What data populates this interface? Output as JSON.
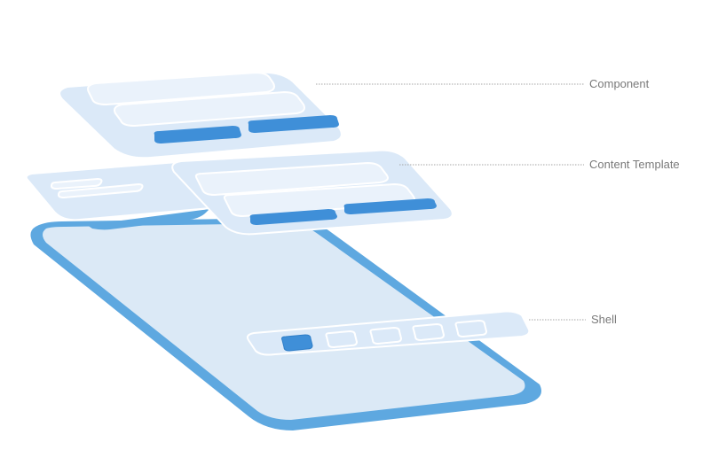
{
  "layers": [
    {
      "id": "component",
      "label": "Component"
    },
    {
      "id": "content-template",
      "label": "Content Template"
    },
    {
      "id": "shell",
      "label": "Shell",
      "tab_icons": [
        "active-tab-icon",
        "tab-icon",
        "tab-icon",
        "tab-icon",
        "tab-icon"
      ]
    }
  ],
  "colors": {
    "device_frame": "#5ea8e0",
    "device_screen": "#dbe9f6",
    "panel_fill": "#dbe9f8",
    "card_fill": "#eaf2fb",
    "card_stroke": "#ffffff",
    "button_fill": "#3f8fd8",
    "leader_line": "#a6a6a6",
    "label_text": "#7a7a7a"
  }
}
